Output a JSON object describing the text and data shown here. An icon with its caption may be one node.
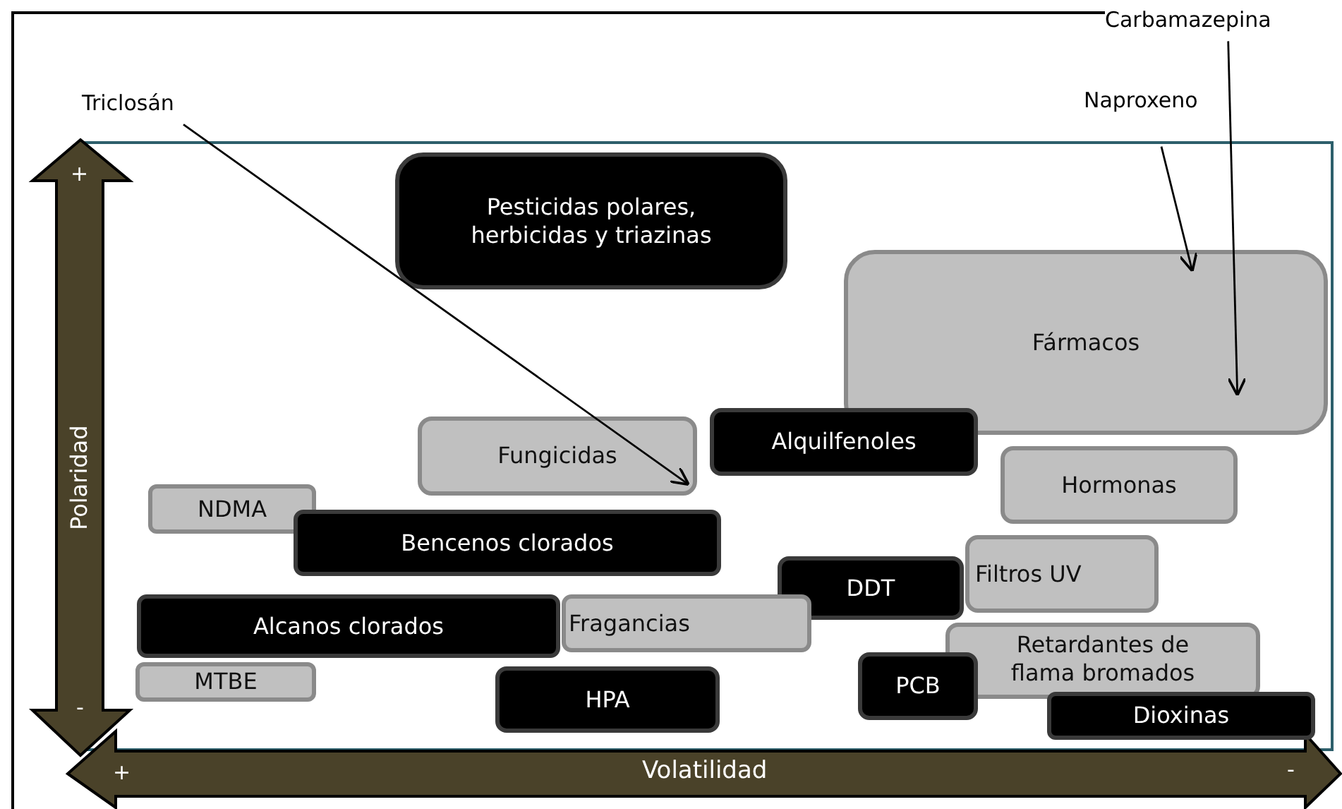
{
  "diagram": {
    "nodes": [
      {
        "text": [
          "Triclosán"
        ]
      },
      {
        "text": [
          "Carbamazepina"
        ]
      },
      {
        "text": [
          "Naproxeno"
        ]
      },
      {
        "text": [
          "Pesticidas polares, herbicidas y triazinas"
        ]
      },
      {
        "text": [
          "Fármacos"
        ]
      },
      {
        "text": [
          "Fungicidas"
        ]
      },
      {
        "text": [
          "Alquilfenoles"
        ]
      },
      {
        "text": [
          "Hormonas"
        ]
      },
      {
        "text": [
          "NDMA"
        ]
      },
      {
        "text": [
          "Bencenos clorados"
        ]
      },
      {
        "text": [
          "Filtros UV"
        ]
      },
      {
        "text": [
          "DDT"
        ]
      },
      {
        "text": [
          "Fragancias"
        ]
      },
      {
        "text": [
          "Alcanos clorados"
        ]
      },
      {
        "text": [
          "Retardantes de flama bromados"
        ]
      },
      {
        "text": [
          "MTBE"
        ]
      },
      {
        "text": [
          "PCB"
        ]
      },
      {
        "text": [
          "HPA"
        ]
      },
      {
        "text": [
          "Dioxinas"
        ]
      }
    ],
    "edges": [
      {
        "from": 0,
        "to": 5,
        "arrow": "to"
      },
      {
        "from": 2,
        "to": 4,
        "arrow": "to"
      },
      {
        "from": 1,
        "to": 4,
        "arrow": "to"
      }
    ],
    "labels": [
      "+",
      "Polaridad",
      "-",
      "+",
      "Volatilidad",
      "-"
    ]
  }
}
